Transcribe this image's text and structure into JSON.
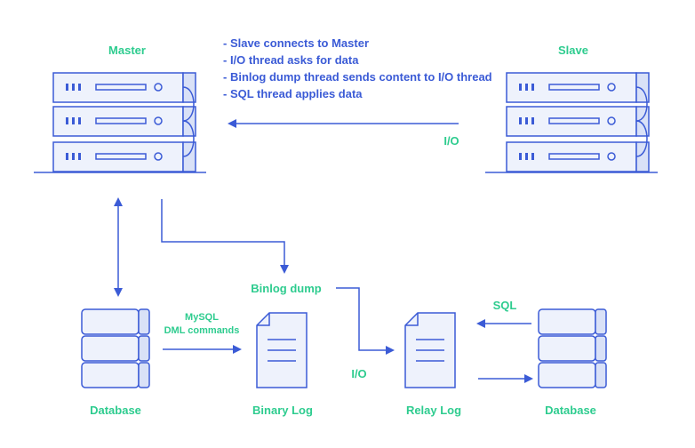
{
  "colors": {
    "stroke": "#3b5bd6",
    "fill_light": "#eef2fc",
    "fill_panel": "#d9e1f7",
    "label_green": "#2ecc8f",
    "note_blue": "#3b5bd6"
  },
  "labels": {
    "master": "Master",
    "slave": "Slave",
    "io_top": "I/O",
    "binlog_dump": "Binlog dump",
    "mysql_line1": "MySQL",
    "mysql_line2": "DML commands",
    "io_bottom": "I/O",
    "sql": "SQL",
    "database_left": "Database",
    "binary_log": "Binary Log",
    "relay_log": "Relay Log",
    "database_right": "Database"
  },
  "notes": [
    "- Slave connects to Master",
    "- I/O thread asks for data",
    "- Binlog dump thread sends content to I/O thread",
    "- SQL thread applies data"
  ],
  "icons": [
    "server-icon",
    "database-icon",
    "document-icon",
    "arrow-icon"
  ]
}
